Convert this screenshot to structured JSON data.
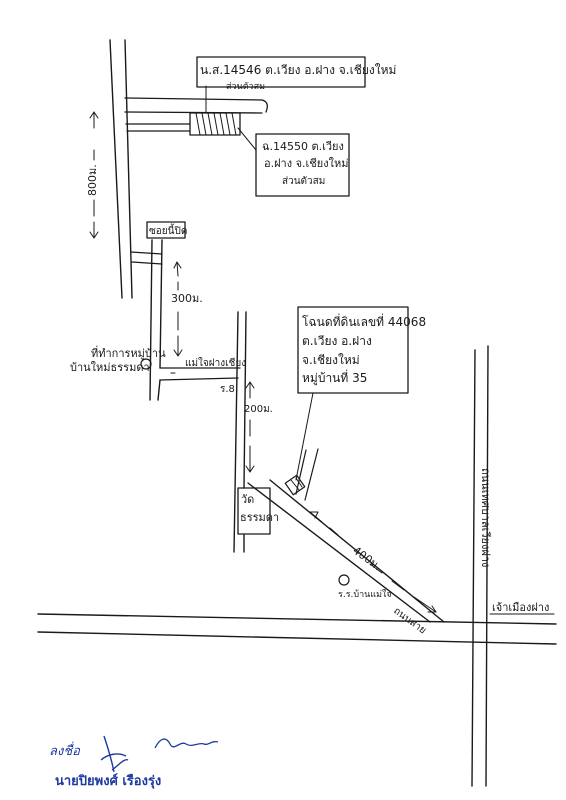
{
  "map": {
    "deed_top": {
      "line1": "น.ส.14546 ต.เวียง อ.ฝาง จ.เชียงใหม่",
      "line2": "ส่วนตัวสม"
    },
    "deed_mid": {
      "line1": "ฉ.14550 ต.เวียง",
      "line2": "อ.ฝาง จ.เชียงใหม่",
      "line3": "ส่วนตัวสม"
    },
    "deed_main": {
      "line1": "โฉนดที่ดินเลขที่ 44068",
      "line2": "ต.เวียง อ.ฝาง",
      "line3": "จ.เชียงใหม่",
      "line4": "หมู่บ้านที่ 35"
    },
    "distance_800": "800ม.",
    "distance_300": "300ม.",
    "distance_200": "200ม.",
    "distance_400": "400ม.",
    "label_soi_top": "ซอยนี้ปิด",
    "label_village_office_1": "ที่ทำการหมู่บ้าน",
    "label_village_office_2": "บ้านใหม่ธรรมดา",
    "label_road_branch": "แม่ใจฝางเชียง",
    "label_rs8": "ร.8",
    "label_temple_1": "วัด",
    "label_temple_2": "ธรรมดา",
    "label_school": "ร.ร.บ้านแม่ใจ",
    "label_road_diag": "ถนนสาย",
    "label_road_vertical": "ถนนเทศบาลเวียงฝาง",
    "label_intersection": "เจ้าเมืองฝาง"
  },
  "signature": {
    "label": "ลงชื่อ",
    "name": "นายปิยพงศ์ เรืองรุ่ง"
  }
}
